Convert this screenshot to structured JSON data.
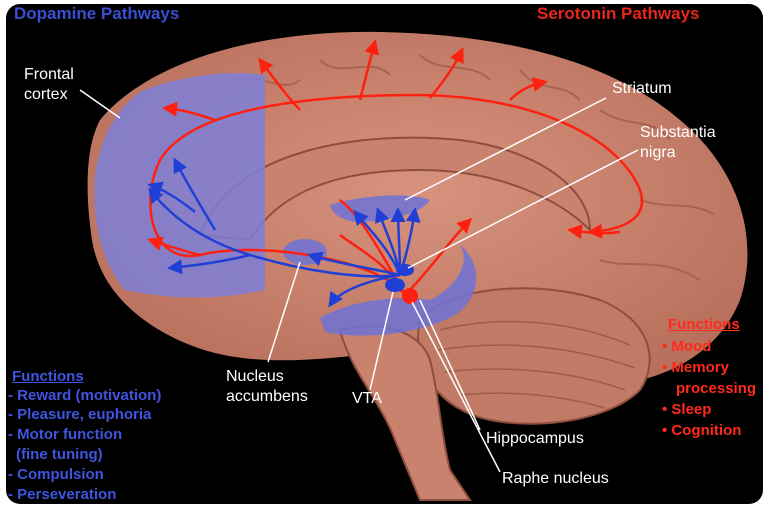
{
  "headers": {
    "dopamine": "Dopamine Pathways",
    "serotonin": "Serotonin Pathways"
  },
  "labels": {
    "frontal_cortex_1": "Frontal",
    "frontal_cortex_2": "cortex",
    "striatum": "Striatum",
    "substantia_nigra_1": "Substantia",
    "substantia_nigra_2": "nigra",
    "nucleus_accumbens_1": "Nucleus",
    "nucleus_accumbens_2": "accumbens",
    "vta": "VTA",
    "hippocampus": "Hippocampus",
    "raphe_nucleus": "Raphe nucleus"
  },
  "dopamine_functions": {
    "title": "Functions",
    "items": [
      "- Reward (motivation)",
      "- Pleasure, euphoria",
      "- Motor function",
      "(fine tuning)",
      "- Compulsion",
      "- Perseveration"
    ]
  },
  "serotonin_functions": {
    "title": "Functions",
    "items": [
      "• Mood",
      "• Memory",
      "processing",
      "• Sleep",
      "• Cognition"
    ]
  },
  "colors": {
    "background": "#000000",
    "brain": "#c98571",
    "dopamine": "#1f3fd6",
    "dopamine_region": "#7d7fd8",
    "serotonin": "#ff2010"
  }
}
